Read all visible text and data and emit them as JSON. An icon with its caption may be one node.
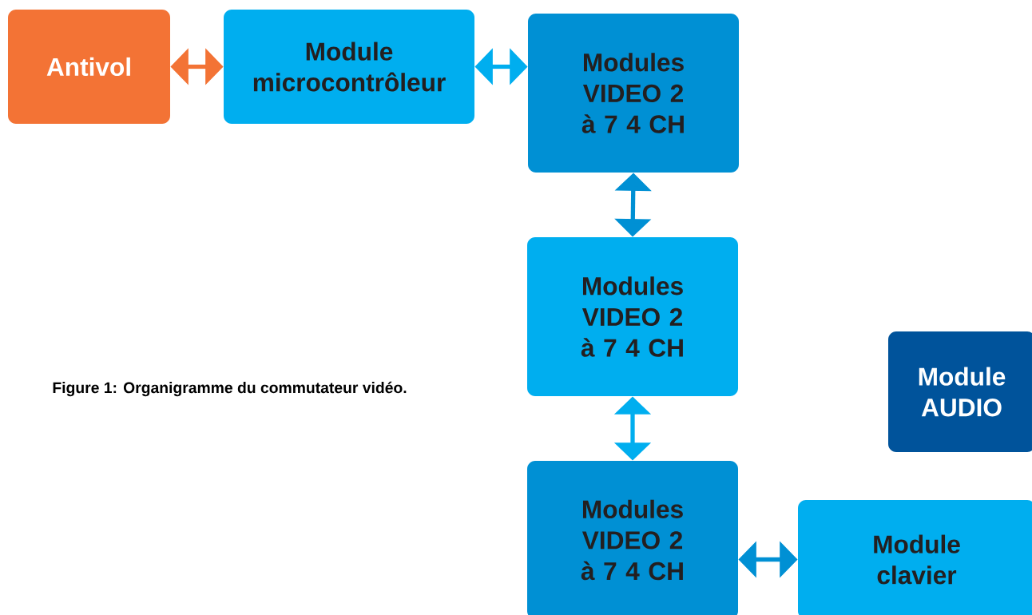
{
  "diagram": {
    "caption": "Figure 1: Organigramme du commutateur vidéo.",
    "nodes": [
      {
        "text": [
          "Antivol"
        ]
      },
      {
        "text": [
          "Module microcontrôleur"
        ]
      },
      {
        "text": [
          "Modules VIDEO 2 à 7 4 CH"
        ]
      },
      {
        "text": [
          "Modules VIDEO 2 à 7 4 CH"
        ]
      },
      {
        "text": [
          "Modules VIDEO 2 à 7 4 CH"
        ]
      },
      {
        "text": [
          "Module AUDIO"
        ]
      },
      {
        "text": [
          "Module clavier"
        ]
      }
    ],
    "edges": [
      {
        "from": 0,
        "to": 1,
        "arrow": "both",
        "color": "#f37335"
      },
      {
        "from": 1,
        "to": 2,
        "arrow": "both",
        "color": "#00aeef"
      },
      {
        "from": 2,
        "to": 3,
        "arrow": "both",
        "color": "#0090d4"
      },
      {
        "from": 3,
        "to": 4,
        "arrow": "both",
        "color": "#00aeef"
      },
      {
        "from": 4,
        "to": 6,
        "arrow": "both",
        "color": "#0090d4"
      }
    ]
  }
}
